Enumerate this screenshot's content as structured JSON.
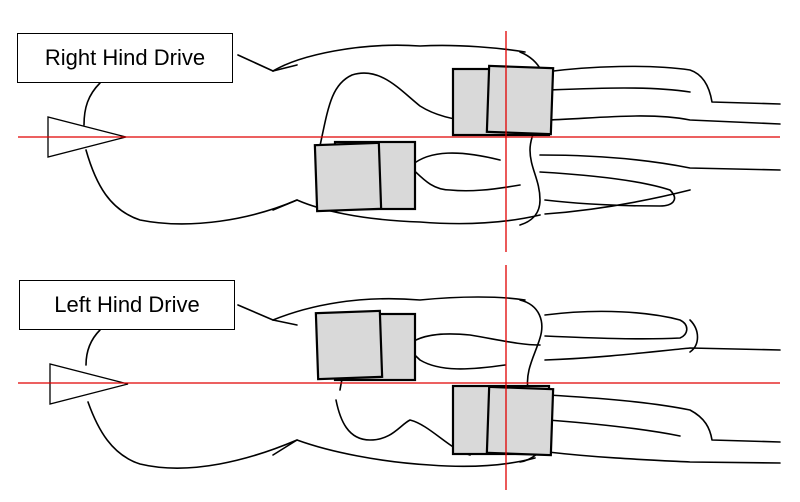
{
  "panels": [
    {
      "label": "Right Hind Drive",
      "forward_hoof": "hind",
      "forward_side": "right"
    },
    {
      "label": "Left Hind Drive",
      "forward_hoof": "hind",
      "forward_side": "left"
    }
  ],
  "colors": {
    "reference_line": "#e00000",
    "hoof_fill": "#d9d9d9",
    "outline": "#000000",
    "background": "#ffffff"
  }
}
